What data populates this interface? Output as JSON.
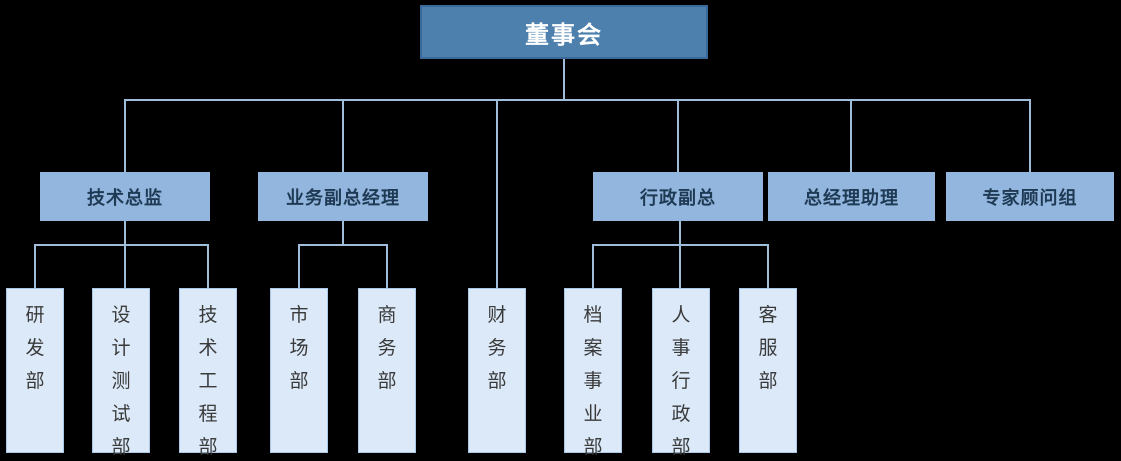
{
  "diagram": {
    "type": "org-chart",
    "root": {
      "label": "董事会"
    },
    "managers": [
      {
        "label": "技术总监",
        "parent": "董事会"
      },
      {
        "label": "业务副总经理",
        "parent": "董事会"
      },
      {
        "label": "行政副总",
        "parent": "董事会"
      },
      {
        "label": "总经理助理",
        "parent": "董事会"
      },
      {
        "label": "专家顾问组",
        "parent": "董事会"
      }
    ],
    "departments": [
      {
        "label": "研发部",
        "parent": "技术总监"
      },
      {
        "label": "设计测试部",
        "parent": "技术总监"
      },
      {
        "label": "技术工程部",
        "parent": "技术总监"
      },
      {
        "label": "市场部",
        "parent": "业务副总经理"
      },
      {
        "label": "商务部",
        "parent": "业务副总经理"
      },
      {
        "label": "财务部",
        "parent": "董事会"
      },
      {
        "label": "档案事业部",
        "parent": "行政副总"
      },
      {
        "label": "人事行政部",
        "parent": "行政副总"
      },
      {
        "label": "客服部",
        "parent": "行政副总"
      }
    ],
    "colors": {
      "background": "#000000",
      "root_fill": "#4d80ad",
      "root_border": "#3a6a9b",
      "root_text": "#ffffff",
      "manager_fill": "#92b6dd",
      "manager_text": "#1f3a54",
      "department_fill": "#dbe9f8",
      "department_border": "#a9c7e6",
      "department_text": "#3a3a3a",
      "connector": "#9fbcd8"
    }
  }
}
